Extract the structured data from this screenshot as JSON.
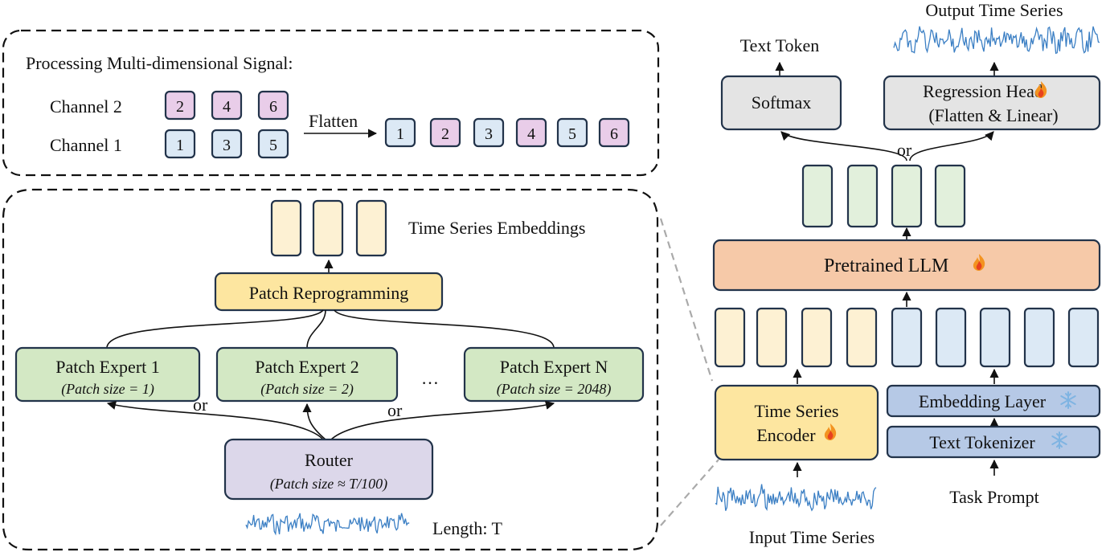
{
  "signal": {
    "title": "Processing Multi-dimensional Signal:",
    "channel2_label": "Channel 2",
    "channel1_label": "Channel 1",
    "channel2_values": [
      "2",
      "4",
      "6"
    ],
    "channel1_values": [
      "1",
      "3",
      "5"
    ],
    "flatten_label": "Flatten",
    "flattened_values": [
      "1",
      "2",
      "3",
      "4",
      "5",
      "6"
    ]
  },
  "encoder_detail": {
    "embeddings_label": "Time Series Embeddings",
    "reprogramming_label": "Patch Reprogramming",
    "experts": [
      {
        "name": "Patch Expert 1",
        "size": "(Patch size = 1)"
      },
      {
        "name": "Patch Expert 2",
        "size": "(Patch size = 2)"
      },
      {
        "name": "Patch Expert N",
        "size": "(Patch size = 2048)"
      }
    ],
    "ellipsis": "…",
    "or_left": "or",
    "or_right": "or",
    "router_label": "Router",
    "router_size": "(Patch size  ≈  T/100)",
    "length_label": "Length: T"
  },
  "pipeline": {
    "output_series_label": "Output Time Series",
    "text_token_label": "Text Token",
    "softmax_label": "Softmax",
    "regression_head_line1": "Regression Head",
    "regression_head_line2": "(Flatten & Linear)",
    "or_label": "or",
    "llm_label": "Pretrained LLM",
    "ts_encoder_line1": "Time Series",
    "ts_encoder_line2": "Encoder",
    "embedding_layer_label": "Embedding Layer",
    "text_tokenizer_label": "Text Tokenizer",
    "input_series_label": "Input Time Series",
    "task_prompt_label": "Task Prompt"
  },
  "colors": {
    "pink": "#e9cde9",
    "light_blue": "#dce9f5",
    "cream": "#fdf1d3",
    "yellow": "#fde6a0",
    "green": "#d3e8c4",
    "light_green": "#e2f0dc",
    "purple": "#dcd7ea",
    "salmon": "#f6c9a8",
    "gray": "#e4e4e4",
    "blue": "#b6c9e6",
    "wave": "#3b7fc4"
  },
  "icons": {
    "trainable": "fire-icon",
    "frozen": "snowflake-icon"
  }
}
